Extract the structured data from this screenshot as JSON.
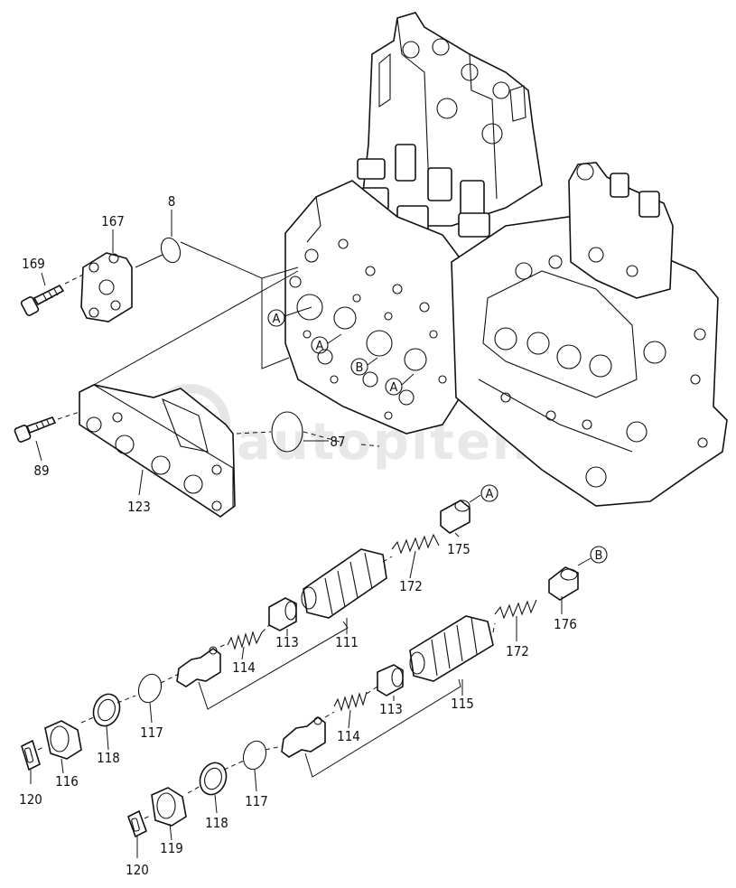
{
  "watermark": "autopiter.ru",
  "callouts": {
    "a1": "A",
    "a2": "A",
    "a3": "A",
    "a4": "A",
    "b1": "B",
    "b2": "B"
  },
  "labels": {
    "p169": "169",
    "p167": "167",
    "p8": "8",
    "p89": "89",
    "p123": "123",
    "p87": "87",
    "p175": "175",
    "p172a": "172",
    "p111": "111",
    "p113a": "113",
    "p114a": "114",
    "p117a": "117",
    "p118a": "118",
    "p116": "116",
    "p120a": "120",
    "p176": "176",
    "p172b": "172",
    "p115": "115",
    "p113b": "113",
    "p114b": "114",
    "p117b": "117",
    "p118b": "118",
    "p119": "119",
    "p120b": "120"
  }
}
